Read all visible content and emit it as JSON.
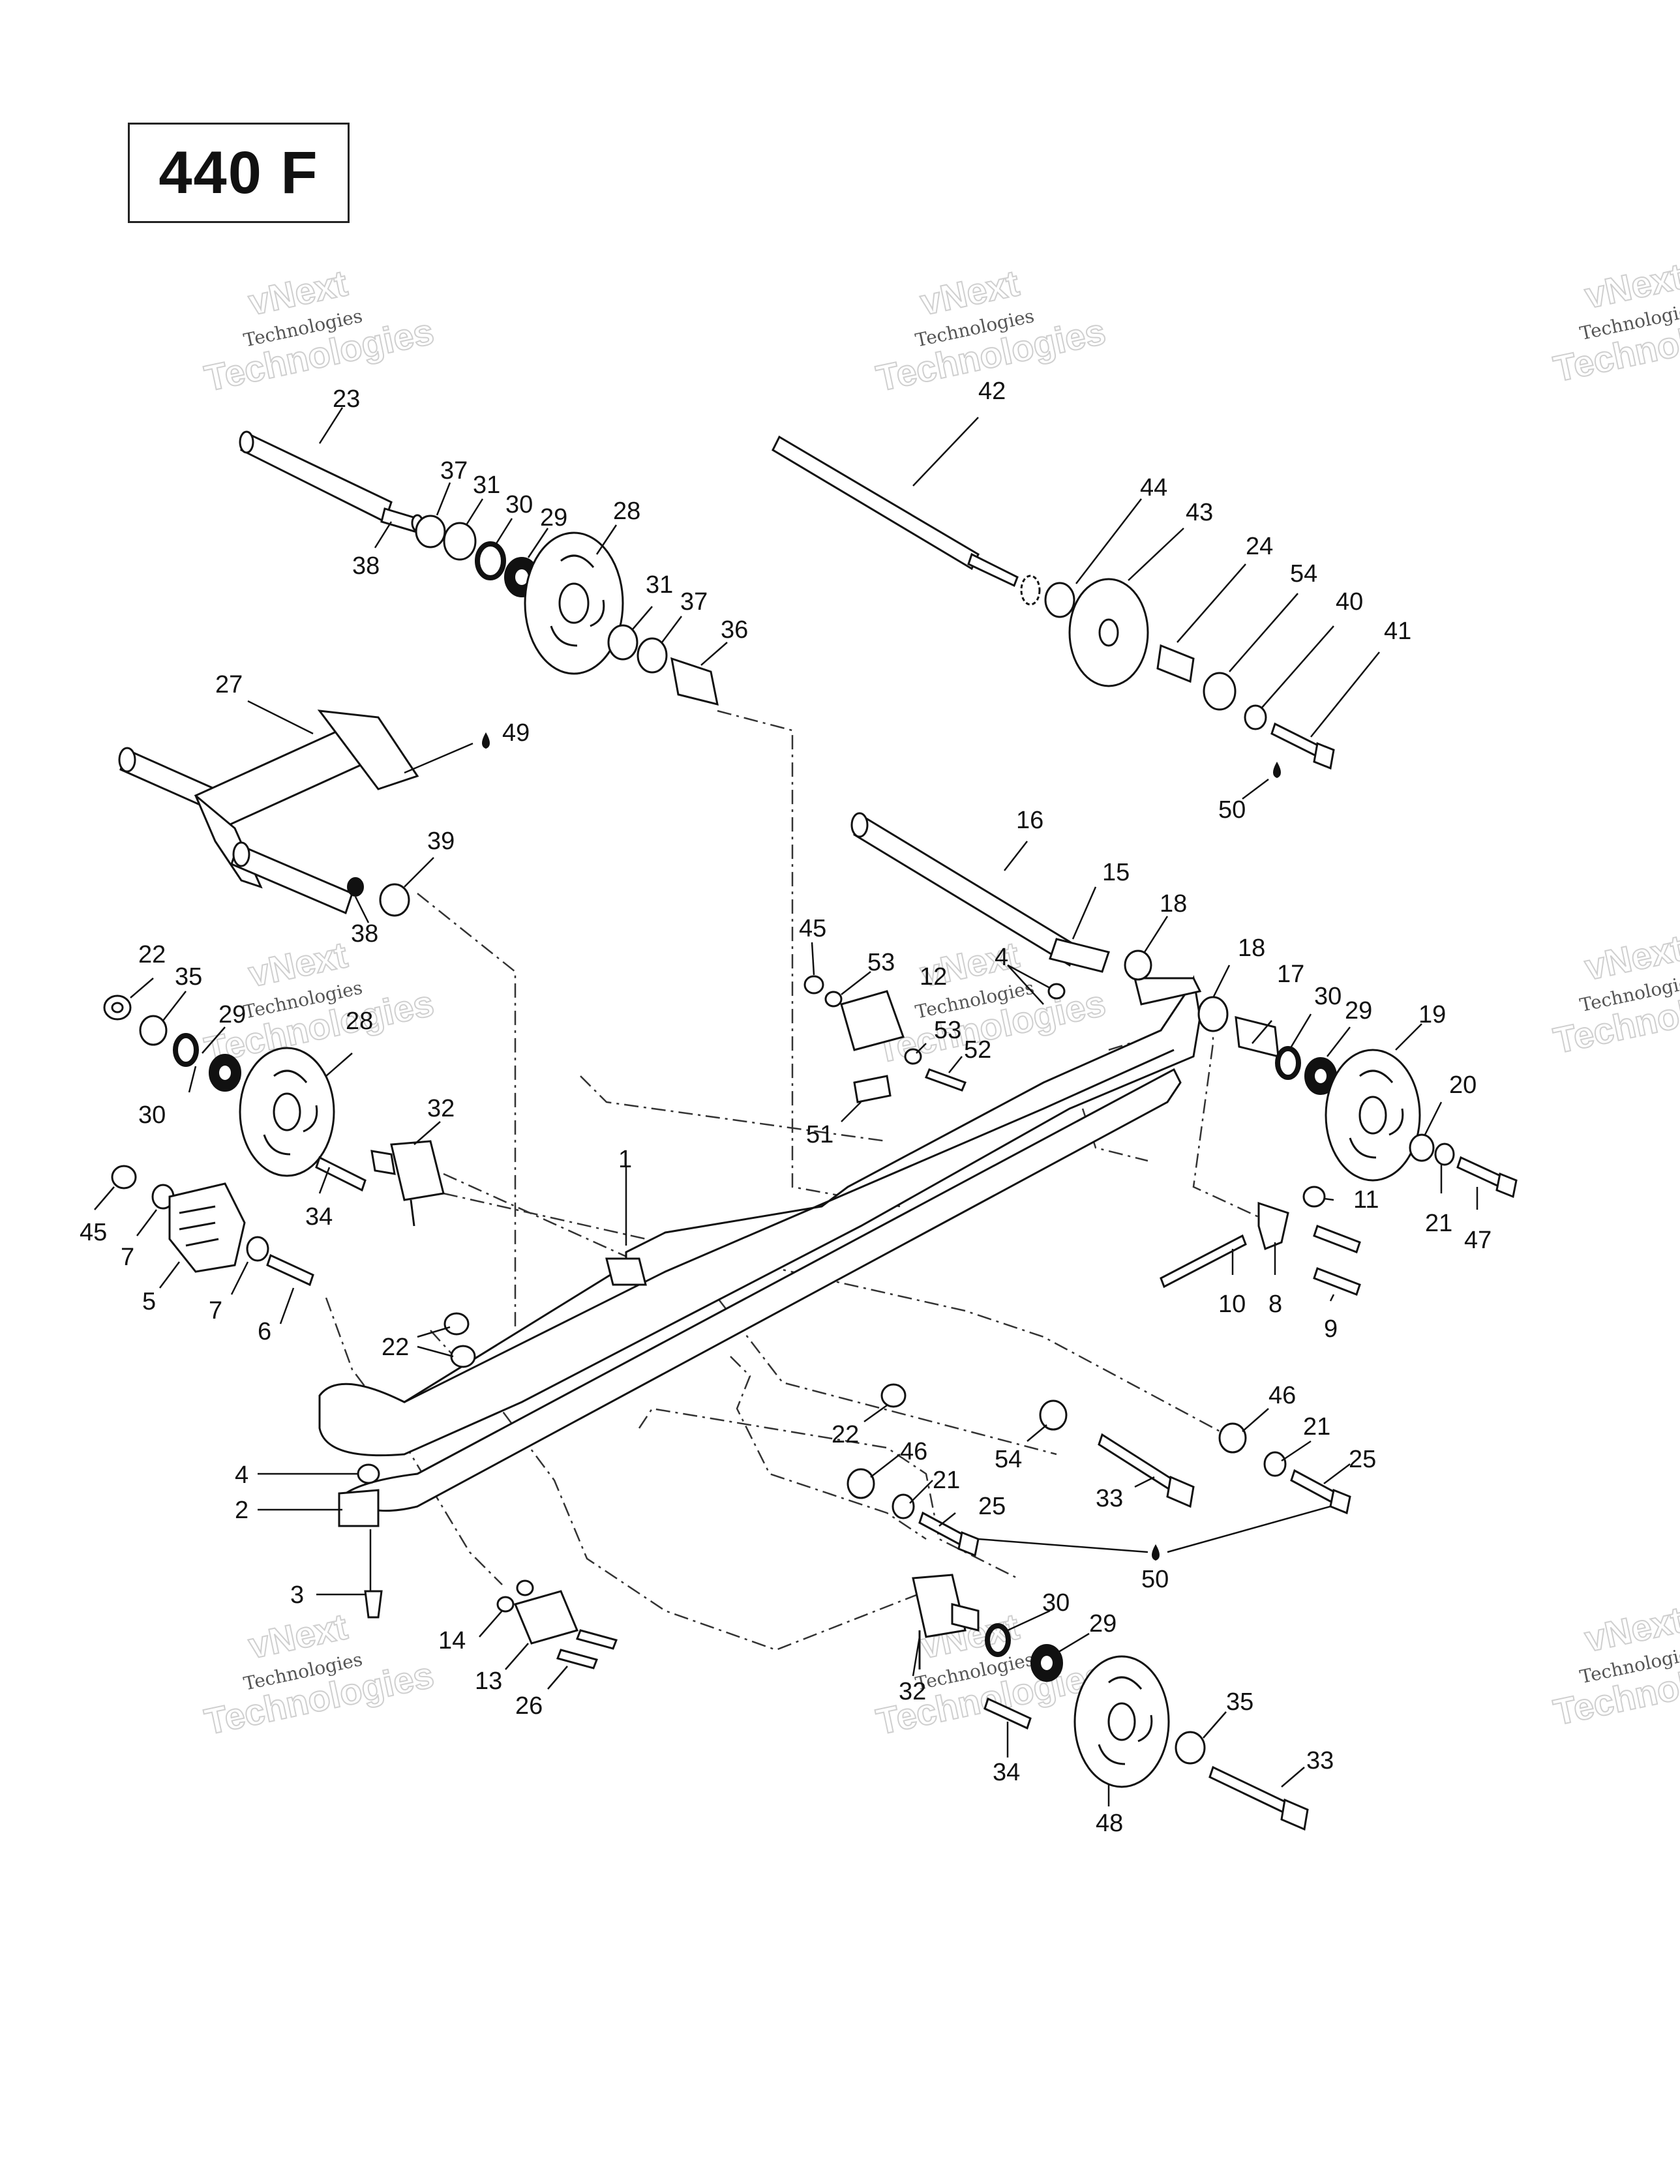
{
  "model_label": "440 F",
  "watermark": {
    "line1": "vNext",
    "line2": "Technologies",
    "line3": "Technologies"
  },
  "part_numbers": {
    "p23": "23",
    "p37a": "37",
    "p31a": "31",
    "p30a": "30",
    "p29a": "29",
    "p28a": "28",
    "p38a": "38",
    "p31b": "31",
    "p37b": "37",
    "p36": "36",
    "p42": "42",
    "p44": "44",
    "p43": "43",
    "p24": "24",
    "p54a": "54",
    "p40": "40",
    "p41": "41",
    "p50a": "50",
    "p27": "27",
    "p49": "49",
    "p39": "39",
    "p38b": "38",
    "p16": "16",
    "p15": "15",
    "p18a": "18",
    "p18b": "18",
    "p17": "17",
    "p30b": "30",
    "p29b": "29",
    "p19": "19",
    "p45a": "45",
    "p53a": "53",
    "p12": "12",
    "p4a": "4",
    "p53b": "53",
    "p52": "52",
    "p51": "51",
    "p22a": "22",
    "p35a": "35",
    "p29c": "29",
    "p28b": "28",
    "p30c": "30",
    "p32a": "32",
    "p34a": "34",
    "p45b": "45",
    "p7a": "7",
    "p5": "5",
    "p7b": "7",
    "p6": "6",
    "p1": "1",
    "p20": "20",
    "p21a": "21",
    "p47": "47",
    "p11": "11",
    "p10": "10",
    "p8": "8",
    "p9": "9",
    "p22b": "22",
    "p22c": "22",
    "p46a": "46",
    "p21b": "21",
    "p25a": "25",
    "p54b": "54",
    "p33a": "33",
    "p46b": "46",
    "p21c": "21",
    "p25b": "25",
    "p4b": "4",
    "p2": "2",
    "p50b": "50",
    "p3": "3",
    "p14": "14",
    "p13": "13",
    "p26": "26",
    "p30d": "30",
    "p29d": "29",
    "p32b": "32",
    "p34b": "34",
    "p35b": "35",
    "p33b": "33",
    "p48": "48"
  }
}
